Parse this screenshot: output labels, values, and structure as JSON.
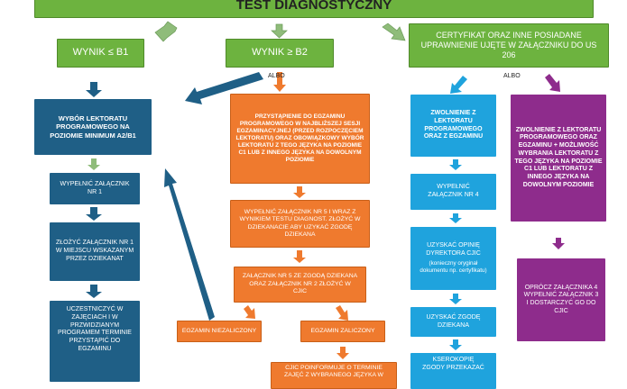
{
  "title": "TEST DIAGNOSTYCZNY",
  "top_boxes": {
    "wynik_b1": "WYNIK ≤ B1",
    "wynik_b2": "WYNIK ≥ B2",
    "certyfikat": "CERTYFIKAT ORAZ INNE POSIADANE UPRAWNIENIE UJĘTE W ZAŁĄCZNIKU DO US 206"
  },
  "albo_labels": [
    "ALBO",
    "ALBO"
  ],
  "left_column": {
    "wybor": "WYBÓR LEKTORATU PROGRAMOWEGO NA POZIOMIE MINIMUM A2/B1",
    "zal1": "WYPEŁNIĆ ZAŁĄCZNIK NR 1",
    "zlozyc": "ZŁOŻYĆ ZAŁĄCZNIK NR 1 W MIEJSCU WSKAZANYM PRZEZ DZIEKANAT",
    "uczestniczyc": "UCZESTNICZYĆ W ZAJĘCIACH I W PRZWIDZIANYM PROGRAMEM TERMINIE PRZYSTĄPIĆ DO EGZAMINU"
  },
  "middle_column": {
    "przystapienie": "PRZYSTĄPIENIE DO EGZAMINU PROGRAMOWEGO W NAJBLIŻSZEJ SESJI EGZAMINACYJNEJ (PRZED ROZPOCZĘCIEM LEKTORATU) ORAZ OBOWIĄZKOWY WYBÓR LEKTORATU Z TEGO JĘZYKA NA POZIOMIE C1 LUB Z INNEGO JĘZYKA NA DOWOLNYM POZIOMIE",
    "zal5": "WYPEŁNIĆ ZAŁĄCZNIK NR 5 I WRAZ Z WYNIKIEM TESTU DIAGNOST. ZŁOŻYĆ W DZIEKANACIE ABY UZYKAĆ ZGODĘ DZIEKANA",
    "zal5_zal2": "ZAŁĄCZNIK NR 5 ZE ZGODĄ DZIEKANA ORAZ ZAŁĄCZNIK NR 2 ZŁOŻYĆ W CJIC",
    "niezaliczony": "EGZAMIN NIEZALICZONY",
    "zaliczony": "EGZAMIN ZALICZONY",
    "cjic": "CJIC POINFORMUJE O TERMINIE ZAJĘĆ Z WYBRANEGO JĘZYKA W"
  },
  "cyan_column": {
    "zwolnienie": "ZWOLNIENIE Z LEKTORATU PROGRAMOWEGO ORAZ Z EGZAMINU",
    "zal4": "WYPEŁNIĆ ZAŁĄCZNIK NR 4",
    "opinia_title": "UZYSKAĆ OPINIĘ DYREKTORA CJIC",
    "opinia_note": "(konieczny oryginał dokumentu np. certyfikatu)",
    "zgoda": "UZYSKAĆ ZGODĘ DZIEKANA",
    "kserokopia": "KSEROKOPIĘ ZGODY PRZEKAZAĆ"
  },
  "purple_column": {
    "zwolnienie": "ZWOLNIENIE Z LEKTORATU PROGRAMOWEGO ORAZ EGZAMINU + MOŻLIWOŚĆ WYBRANIA LEKTORATU Z TEGO JĘZYKA NA POZIOMIE C1 LUB LEKTORATU Z INNEGO JĘZYKA NA DOWOLNYM POZIOMIE",
    "oprocz": "OPRÓCZ ZAŁĄCZNIKA 4 WYPEŁNIĆ ZAŁĄCZNIK 3 I DOSTARCZYĆ GO DO CJIC"
  },
  "colors": {
    "green": "#6db33f",
    "navy": "#1f5f86",
    "orange": "#ef7a2e",
    "cyan": "#1fa3dd",
    "purple": "#8e2c8c",
    "arrow_green": "#8fbc7a"
  }
}
